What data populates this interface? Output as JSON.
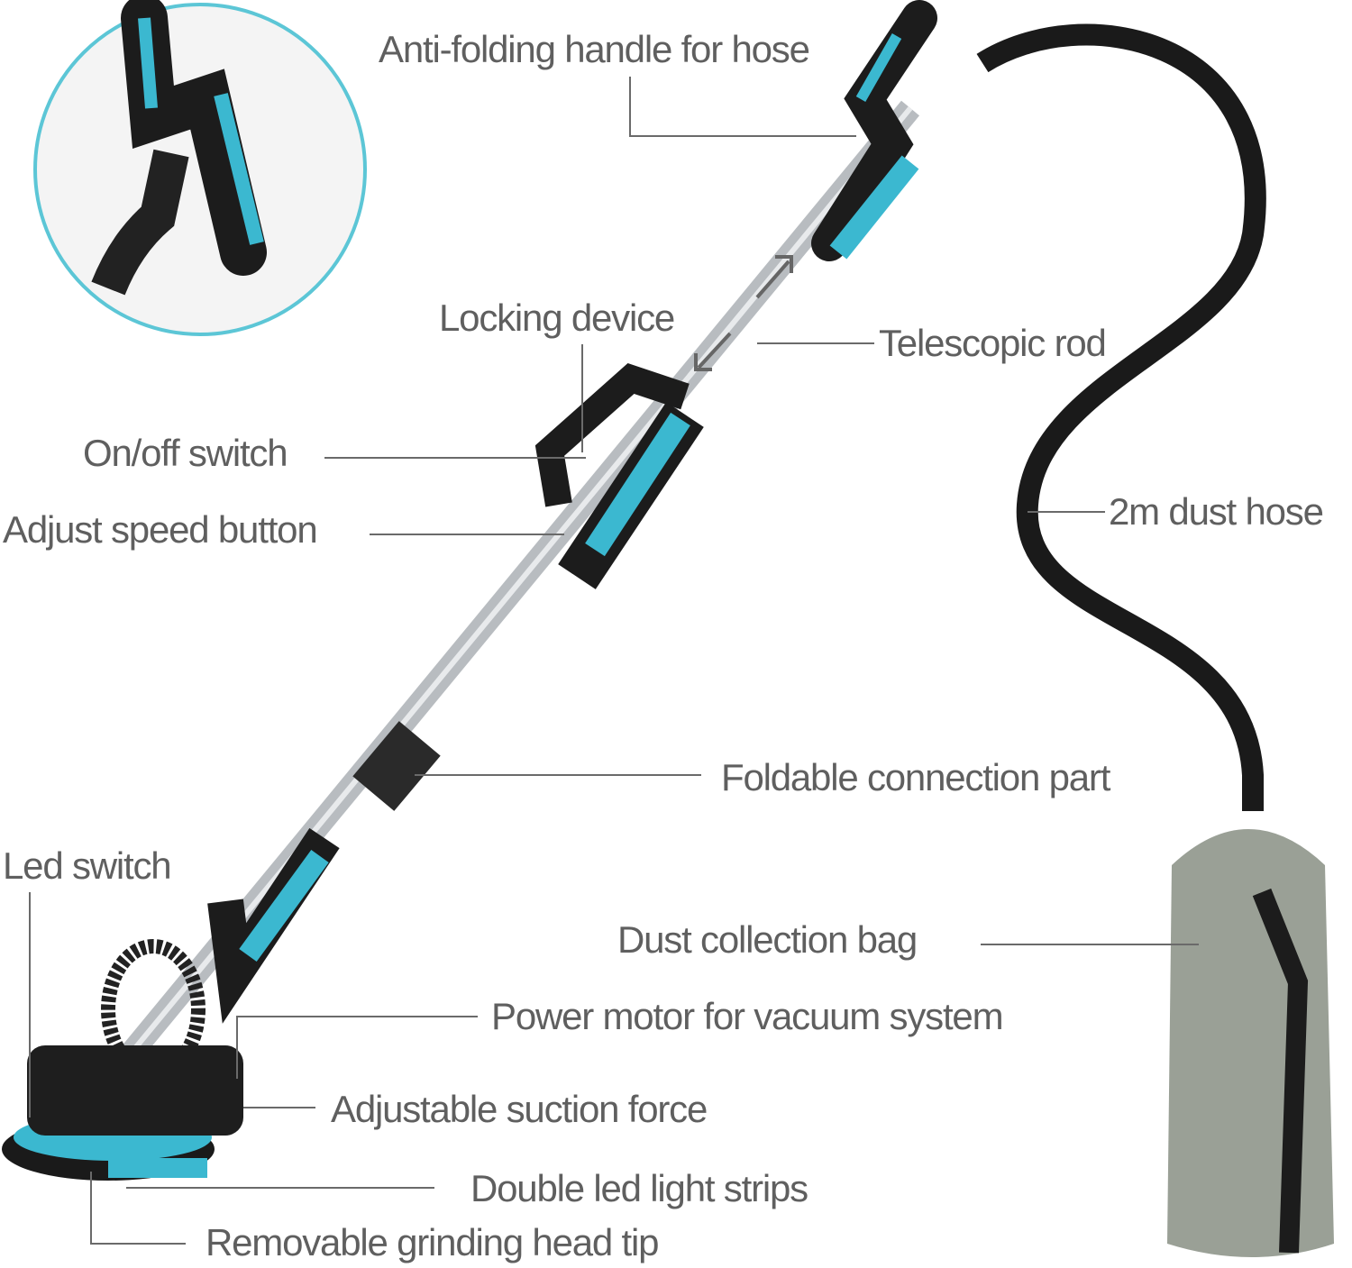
{
  "labels": {
    "anti_folding_handle": "Anti-folding handle for hose",
    "locking_device": "Locking device",
    "telescopic_rod": "Telescopic rod",
    "on_off_switch": "On/off switch",
    "adjust_speed_button": "Adjust speed button",
    "dust_hose": "2m dust hose",
    "foldable_connection": "Foldable connection part",
    "led_switch": "Led switch",
    "dust_collection_bag": "Dust collection bag",
    "power_motor": "Power motor for vacuum system",
    "adjustable_suction": "Adjustable suction force",
    "double_led_strips": "Double led light strips",
    "removable_head_tip": "Removable grinding head tip"
  },
  "colors": {
    "accent": "#3bb8d0",
    "body": "#1c1c1c",
    "bag": "#9aa096",
    "text": "#5f5f5f"
  }
}
